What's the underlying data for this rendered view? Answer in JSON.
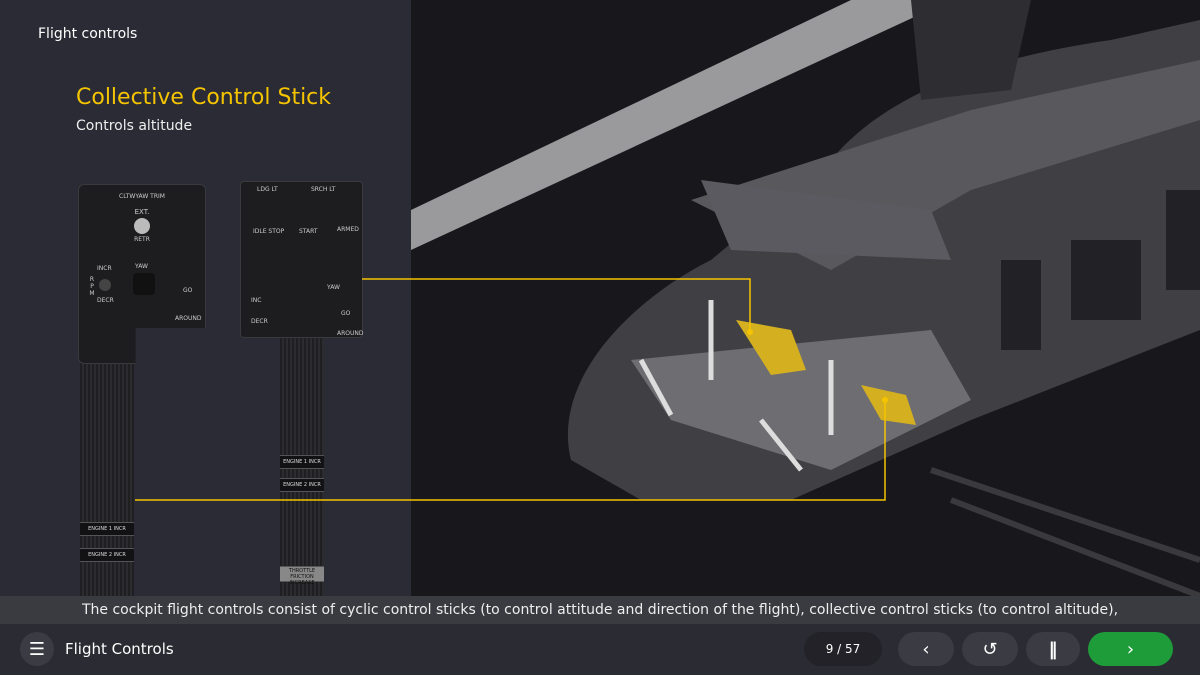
{
  "section_title": "Flight controls",
  "heading": "Collective Control Stick",
  "subheading": "Controls altitude",
  "panel_left": {
    "labels": [
      "CLTWYAW TRIM",
      "EXT.",
      "RETR",
      "INCR",
      "RPM",
      "DECR",
      "YAW",
      "GO",
      "AROUND",
      "ENGINE 1 INCR",
      "ENGINE 2 INCR"
    ]
  },
  "panel_right": {
    "labels": [
      "LDG LT",
      "SRCH LT",
      "IDLE STOP",
      "START",
      "ARMED",
      "YAW",
      "GO",
      "AROUND",
      "INC",
      "DECR",
      "ENGINE 1 INCR",
      "ENGINE 2 INCR",
      "THROTTLE FRICTION INCREASE"
    ]
  },
  "caption": "The cockpit flight controls consist of cyclic control sticks (to control attitude and direction of the flight), collective control sticks (to control altitude),",
  "bottom_bar": {
    "course_title": "Flight Controls",
    "page_current": "9",
    "page_total": "57",
    "page_separator": "/",
    "icons": {
      "menu": "list-icon",
      "prev": "chevron-left-icon",
      "replay": "replay-icon",
      "pause": "pause-icon",
      "next": "chevron-right-icon"
    }
  },
  "colors": {
    "accent": "#f5c400",
    "next": "#1e9c3a"
  }
}
